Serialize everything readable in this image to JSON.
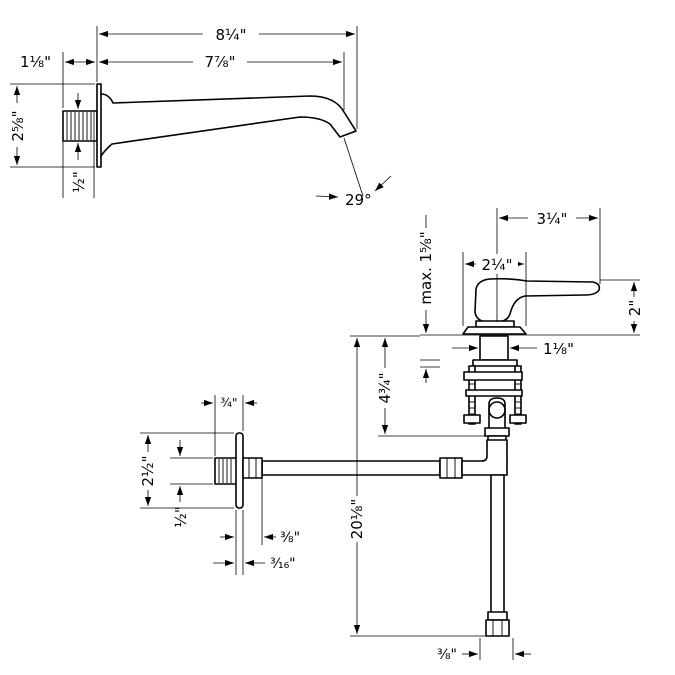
{
  "dimensions": {
    "spout_total_length": "8¼\"",
    "spout_projection": "7⅞\"",
    "spout_wall_offset": "1⅛\"",
    "spout_flange_height": "2⅝\"",
    "spout_connection": "½\"",
    "spout_angle": "29°",
    "handle_reach": "3¼\"",
    "handle_body_width": "2¼\"",
    "handle_height": "2\"",
    "max_deck_thickness": "max. 1⅝\"",
    "valve_body_diameter": "1⅛\"",
    "valve_depth": "4¾\"",
    "overall_height": "20⅛\"",
    "flange_width": "¾\"",
    "flange_diameter": "2½\"",
    "supply_connection": "½\"",
    "nut_offset": "⅜\"",
    "flange_thickness": "³⁄₁₆\"",
    "bottom_connection": "⅜\""
  }
}
